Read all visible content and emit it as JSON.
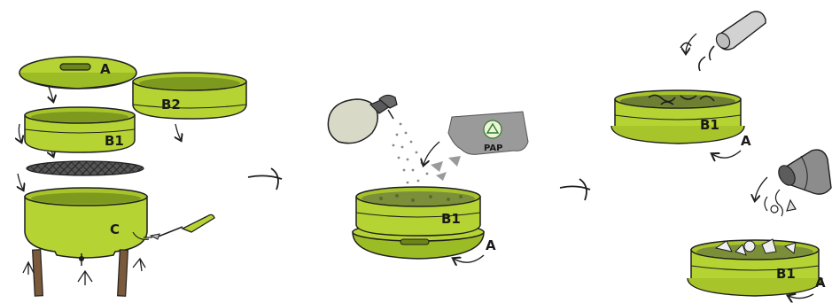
{
  "labels": {
    "lid": "A",
    "tray_top": "B2",
    "tray_b1": "B1",
    "base": "C",
    "step2_tray": "B1",
    "step2_lid": "A",
    "paper_text": "PAP",
    "step3_tray_top": "B1",
    "step3_lid_top": "A",
    "step3_tray_bottom": "B1",
    "step3_lid_bottom": "A"
  },
  "colors": {
    "green": "#b6d334",
    "green_dark": "#86a51f",
    "green_inner": "#7d9a1f",
    "ink": "#1f1f1f",
    "wood": "#7a5a3a",
    "mesh": "#3a3a3a",
    "paper": "#9a9a9a",
    "bottle": "#d9d9c8",
    "can": "#d2d2d2"
  },
  "icons": [
    "arrow-down-icon",
    "arrow-right-icon",
    "curved-arrow-icon",
    "screwdriver-icon",
    "spray-bottle-icon",
    "recycle-icon",
    "worm-icon",
    "tin-can-icon",
    "bucket-icon"
  ]
}
